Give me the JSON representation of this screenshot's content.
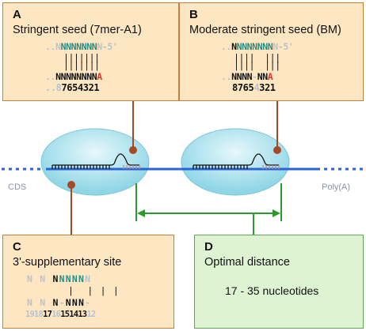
{
  "mrna": {
    "left_label": "CDS",
    "right_label": "Poly(A)"
  },
  "panels": {
    "a": {
      "letter": "A",
      "title": "Stringent seed (7mer-A1)",
      "mirna_row": {
        "pad": "..",
        "flank": "N",
        "seed": "NNNNNNN",
        "tail": "N-5'"
      },
      "pairing": "|||||||",
      "mrna_row": {
        "pad": "..",
        "flank": "N",
        "seed": "NNNNNNN",
        "end": "A"
      },
      "positions": {
        "pad": "..",
        "flank": "8",
        "seed": "7654321"
      }
    },
    "b": {
      "letter": "B",
      "title": "Moderate stringent seed (BM)",
      "mirna_row": {
        "pad": "..",
        "mm": "N",
        "seed": "NNNNNNN",
        "tail": "N-5'"
      },
      "pairing": "||||  |||",
      "mrna_row": {
        "pad": "..",
        "seed_a": "NNNN",
        "gap": "-",
        "seed_b": "NN",
        "end": "A"
      },
      "positions": {
        "lead": "8765",
        "mid": "4",
        "tail": "321"
      }
    },
    "c": {
      "letter": "C",
      "title": "3'-supplementary site",
      "mirna_row": {
        "pad": "N N ",
        "n1": "N",
        "n2": "N",
        "n3": "N",
        "n4": "N",
        "n5": "N",
        "n6": "N"
      },
      "pairing": "|  | | |",
      "mrna_row": {
        "pad": "N N ",
        "n1": "N",
        "gap1": "-",
        "n2": "N",
        "n3": "N",
        "n4": "N",
        "gap2": "-"
      },
      "positions": {
        "p19": "19",
        "p18": "18",
        "p17": "17",
        "p16": "16",
        "p15": "15",
        "p14": "14",
        "p13": "13",
        "p12": "12"
      }
    },
    "d": {
      "letter": "D",
      "title": "Optimal distance",
      "distance_text": "17 - 35 nucleotides"
    }
  },
  "colors": {
    "panel_orange": "#fce7c2",
    "panel_green": "#def3d2",
    "mrna_line": "#2a63d4",
    "ago_ellipse": "#a7e2ee",
    "connector_brown": "#a54a26",
    "arrow_green": "#2b9a2d",
    "teal_base": "#2f8a7f",
    "red_base": "#e0322b"
  }
}
